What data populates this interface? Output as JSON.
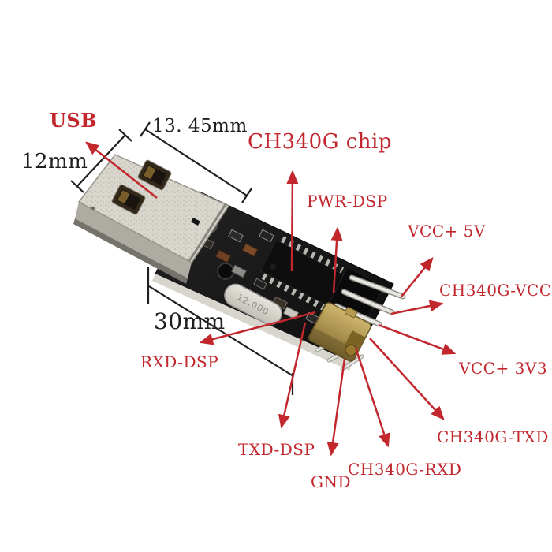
{
  "image": {
    "subject": "USB to TTL serial adapter module annotated photo",
    "chip": "CH340G"
  },
  "colors": {
    "annotation_red": "#c1272d",
    "dimension_black": "#1f1f1f",
    "background": "#ffffff",
    "pcb_black": "#141414",
    "usb_metal": "#d9d6ce",
    "jumper_gold": "#b59a50"
  },
  "labels": {
    "usb": "USB",
    "ch340g_chip": "CH340G chip",
    "pwr_dsp": "PWR-DSP",
    "vcc_5v": "VCC+ 5V",
    "ch340g_vcc": "CH340G-VCC",
    "vcc_3v3": "VCC+ 3V3",
    "ch340g_txd": "CH340G-TXD",
    "ch340g_rxd": "CH340G-RXD",
    "gnd": "GND",
    "txd_dsp": "TXD-DSP",
    "rxd_dsp": "RXD-DSP"
  },
  "dimensions": {
    "usb_connector_length": "13. 45mm",
    "usb_connector_width": "12mm",
    "board_length": "30mm"
  },
  "board": {
    "crystal_marking": "12.000"
  }
}
